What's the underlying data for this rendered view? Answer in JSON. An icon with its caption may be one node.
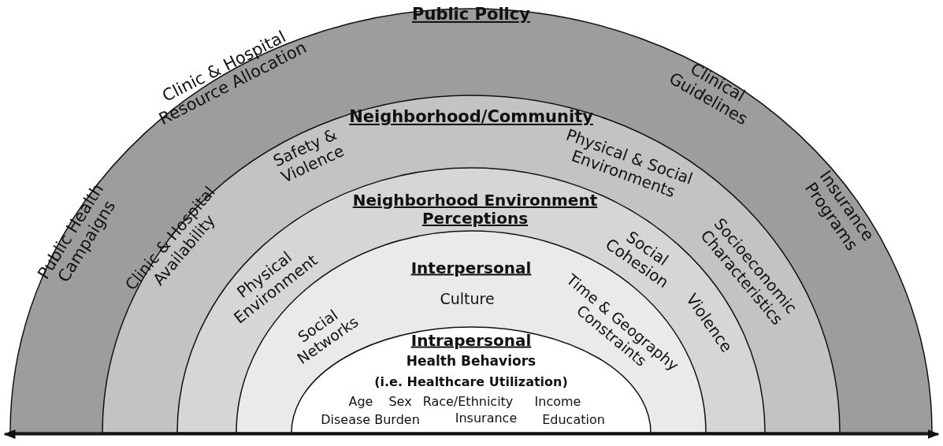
{
  "diagram": {
    "nodes": [
      {
        "text": [
          "Public Policy",
          "Clinic & Hospital Resource Allocation",
          "Clinical Guidelines",
          "Public Health Campaigns",
          "Insurance Programs"
        ]
      },
      {
        "text": [
          "Neighborhood/Community",
          "Safety & Violence",
          "Physical & Social Environments",
          "Clinic & Hospital Availability",
          "Socioeconomic Characteristics"
        ],
        "in": 0
      },
      {
        "text": [
          "Neighborhood Environment Perceptions",
          "Physical Environment",
          "Social Cohesion",
          "Violence"
        ],
        "in": 1
      },
      {
        "text": [
          "Interpersonal",
          "Culture",
          "Social Networks",
          "Time & Geography Constraints"
        ],
        "in": 2
      },
      {
        "text": [
          "Intrapersonal",
          "Health Behaviors",
          "(i.e. Healthcare Utilization)",
          "Age",
          "Sex",
          "Race/Ethnicity",
          "Income",
          "Disease Burden",
          "Insurance",
          "Education"
        ],
        "in": 3
      }
    ],
    "edges": []
  }
}
